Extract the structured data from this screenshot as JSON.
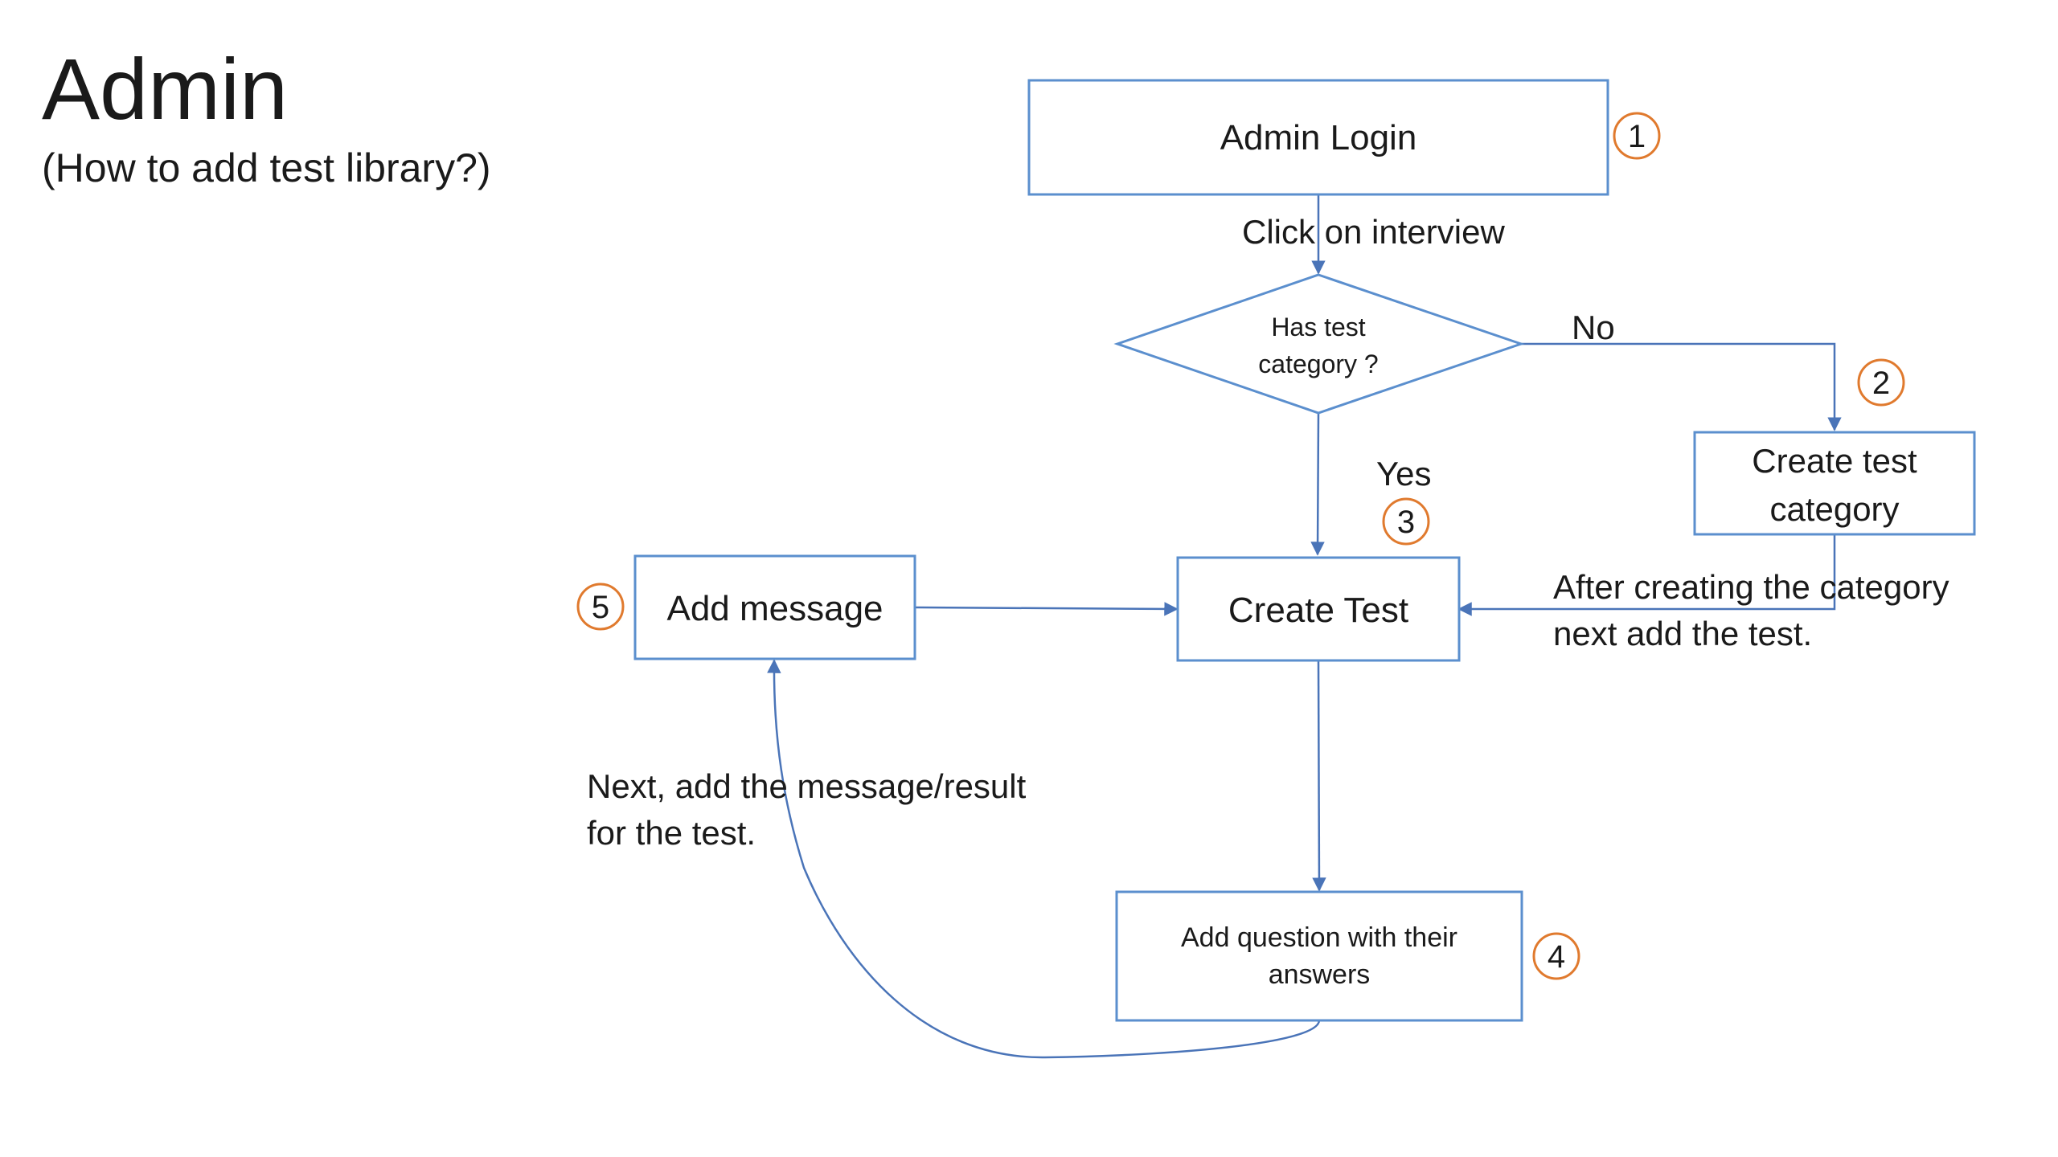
{
  "slide": {
    "title": "Admin",
    "subtitle": "(How to add test library?)"
  },
  "nodes": {
    "admin_login": {
      "label": "Admin Login",
      "step": "1"
    },
    "has_category": {
      "line1": "Has test",
      "line2": "category ?"
    },
    "create_category": {
      "line1": "Create test",
      "line2": "category",
      "step": "2"
    },
    "create_test": {
      "label": "Create Test",
      "step": "3"
    },
    "add_question": {
      "line1": "Add question with their",
      "line2": "answers",
      "step": "4"
    },
    "add_message": {
      "label": "Add message",
      "step": "5"
    }
  },
  "edges": {
    "click_interview": "Click on interview",
    "no": "No",
    "yes": "Yes",
    "after_category_1": "After creating the category",
    "after_category_2": "next add the test.",
    "next_message_1": "Next, add the message/result",
    "next_message_2": "for the test."
  },
  "colors": {
    "node_border": "#5b8fce",
    "edge": "#4a74b8",
    "step_badge": "#e07a2e"
  }
}
